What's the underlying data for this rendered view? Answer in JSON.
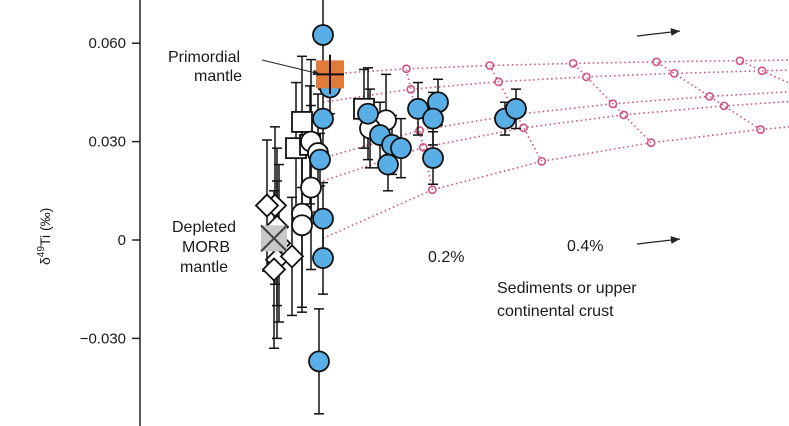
{
  "chart_data": {
    "type": "scatter",
    "title": "",
    "ylabel": "δ49Ti (‰)",
    "ylabel_main": "δ",
    "ylabel_sup": "49",
    "ylabel_rest": "Ti (‰)",
    "ylim": [
      -0.055,
      0.073
    ],
    "yticks": [
      {
        "value": 0.06,
        "label": "0.060"
      },
      {
        "value": 0.03,
        "label": "0.030"
      },
      {
        "value": 0,
        "label": "0"
      },
      {
        "value": -0.03,
        "label": "−0.030"
      }
    ],
    "x_axis_shown": false,
    "grid": false,
    "legend": "none",
    "colors": {
      "blue_fill": "#5aaee6",
      "mixing_line": "#d0527f",
      "primordial": "#e07b39",
      "depleted_fill": "#c8c8c8"
    },
    "annotations": {
      "primordial_line1": "Primordial",
      "primordial_line2": "mantle",
      "depleted_line1": "Depleted",
      "depleted_line2": "MORB",
      "depleted_line3": "mantle",
      "pct_02": "0.2%",
      "pct_04": "0.4%",
      "sediments_line1": "Sediments or upper",
      "sediments_line2": "continental crust"
    },
    "primordial_mantle": {
      "y": 0.0505,
      "y_err": 0.006
    },
    "depleted_mantle": {
      "y": 0.0005,
      "y_err": 0.004
    },
    "mixing_grid": {
      "start_offsets": [
        0.0005,
        0.018,
        0.025,
        0.042,
        0.0505
      ],
      "n_points": 10,
      "curve_constant": 0.032
    },
    "blue_circles": [
      {
        "y": 0.0625,
        "err": 0.012
      },
      {
        "y": 0.0465,
        "err": 0.008
      },
      {
        "y": 0.037,
        "err": 0.009
      },
      {
        "y": 0.0245,
        "err": 0.008
      },
      {
        "y": 0.0065,
        "err": 0.011
      },
      {
        "y": -0.0055,
        "err": 0.011
      },
      {
        "y": -0.037,
        "err": 0.016
      },
      {
        "y": 0.0385,
        "err": 0.014
      },
      {
        "y": 0.032,
        "err": 0.01
      },
      {
        "y": 0.029,
        "err": 0.009
      },
      {
        "y": 0.023,
        "err": 0.008
      },
      {
        "y": 0.028,
        "err": 0.009
      },
      {
        "y": 0.04,
        "err": 0.008
      },
      {
        "y": 0.042,
        "err": 0.007
      },
      {
        "y": 0.037,
        "err": 0.008
      },
      {
        "y": 0.025,
        "err": 0.008
      },
      {
        "y": 0.037,
        "err": 0.005
      },
      {
        "y": 0.04,
        "err": 0.006
      }
    ],
    "white_circles": [
      {
        "y": 0.03,
        "err": 0.025
      },
      {
        "y": 0.016,
        "err": 0.025
      },
      {
        "y": 0.008,
        "err": 0.03
      },
      {
        "y": 0.0045,
        "err": 0.025
      },
      {
        "y": 0.0265,
        "err": 0.018
      },
      {
        "y": 0.0365,
        "err": 0.014
      },
      {
        "y": 0.034,
        "err": 0.012
      }
    ],
    "white_squares": [
      {
        "y": 0.036,
        "err": 0.02
      },
      {
        "y": 0.028,
        "err": 0.02
      },
      {
        "y": 0.029,
        "err": 0.018
      },
      {
        "y": 0.04,
        "err": 0.012
      }
    ],
    "white_diamonds": [
      {
        "y": 0.0105,
        "err": 0.024
      },
      {
        "y": 0.004,
        "err": 0.024
      },
      {
        "y": -0.001,
        "err": 0.024
      },
      {
        "y": -0.006,
        "err": 0.024
      },
      {
        "y": -0.009,
        "err": 0.024
      },
      {
        "y": 0.0105,
        "err": 0.02
      },
      {
        "y": -0.005,
        "err": 0.018
      }
    ]
  }
}
